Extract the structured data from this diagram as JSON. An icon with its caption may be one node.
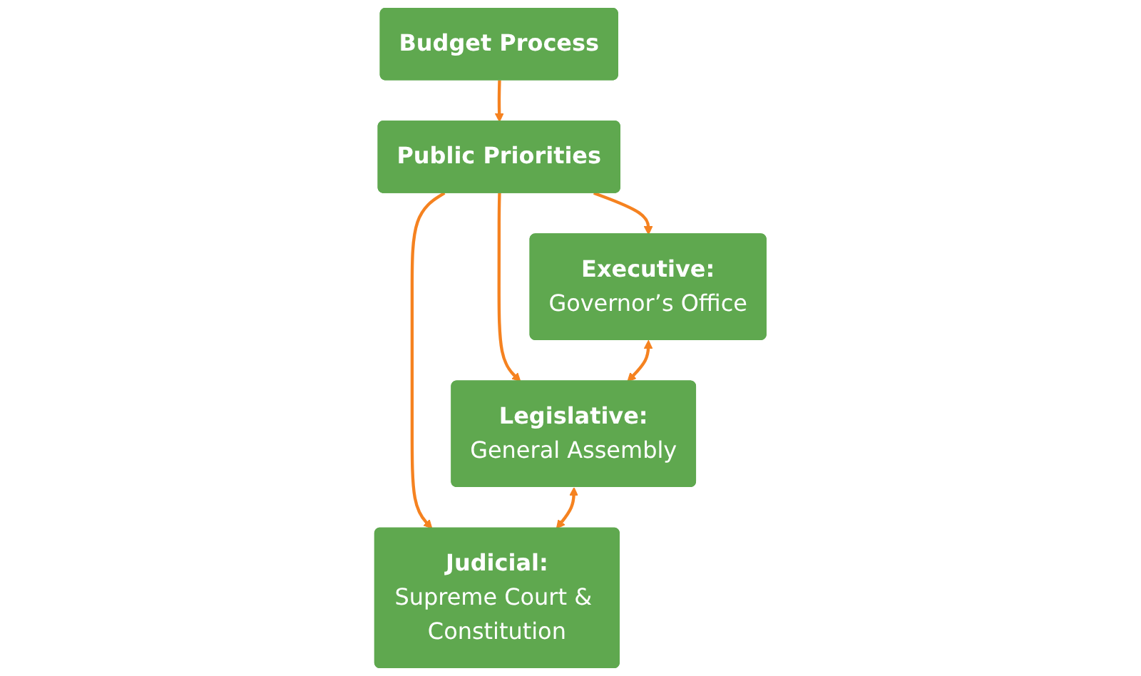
{
  "diagram": {
    "nodes": [
      {
        "text": [
          "Budget Process"
        ]
      },
      {
        "text": [
          "Public Priorities"
        ]
      },
      {
        "text": [
          "Executive:",
          "Governor’s Office"
        ]
      },
      {
        "text": [
          "Legislative:",
          "General Assembly"
        ]
      },
      {
        "text": [
          "Judicial:",
          "Supreme Court & Constitution"
        ]
      }
    ],
    "edges": [
      {
        "from": 0,
        "to": 1,
        "arrow": "to"
      },
      {
        "from": 1,
        "to": 2,
        "arrow": "to"
      },
      {
        "from": 1,
        "to": 3,
        "arrow": "to"
      },
      {
        "from": 1,
        "to": 4,
        "arrow": "to"
      },
      {
        "from": 2,
        "to": 3,
        "arrow": "both"
      },
      {
        "from": 3,
        "to": 4,
        "arrow": "both"
      }
    ]
  }
}
